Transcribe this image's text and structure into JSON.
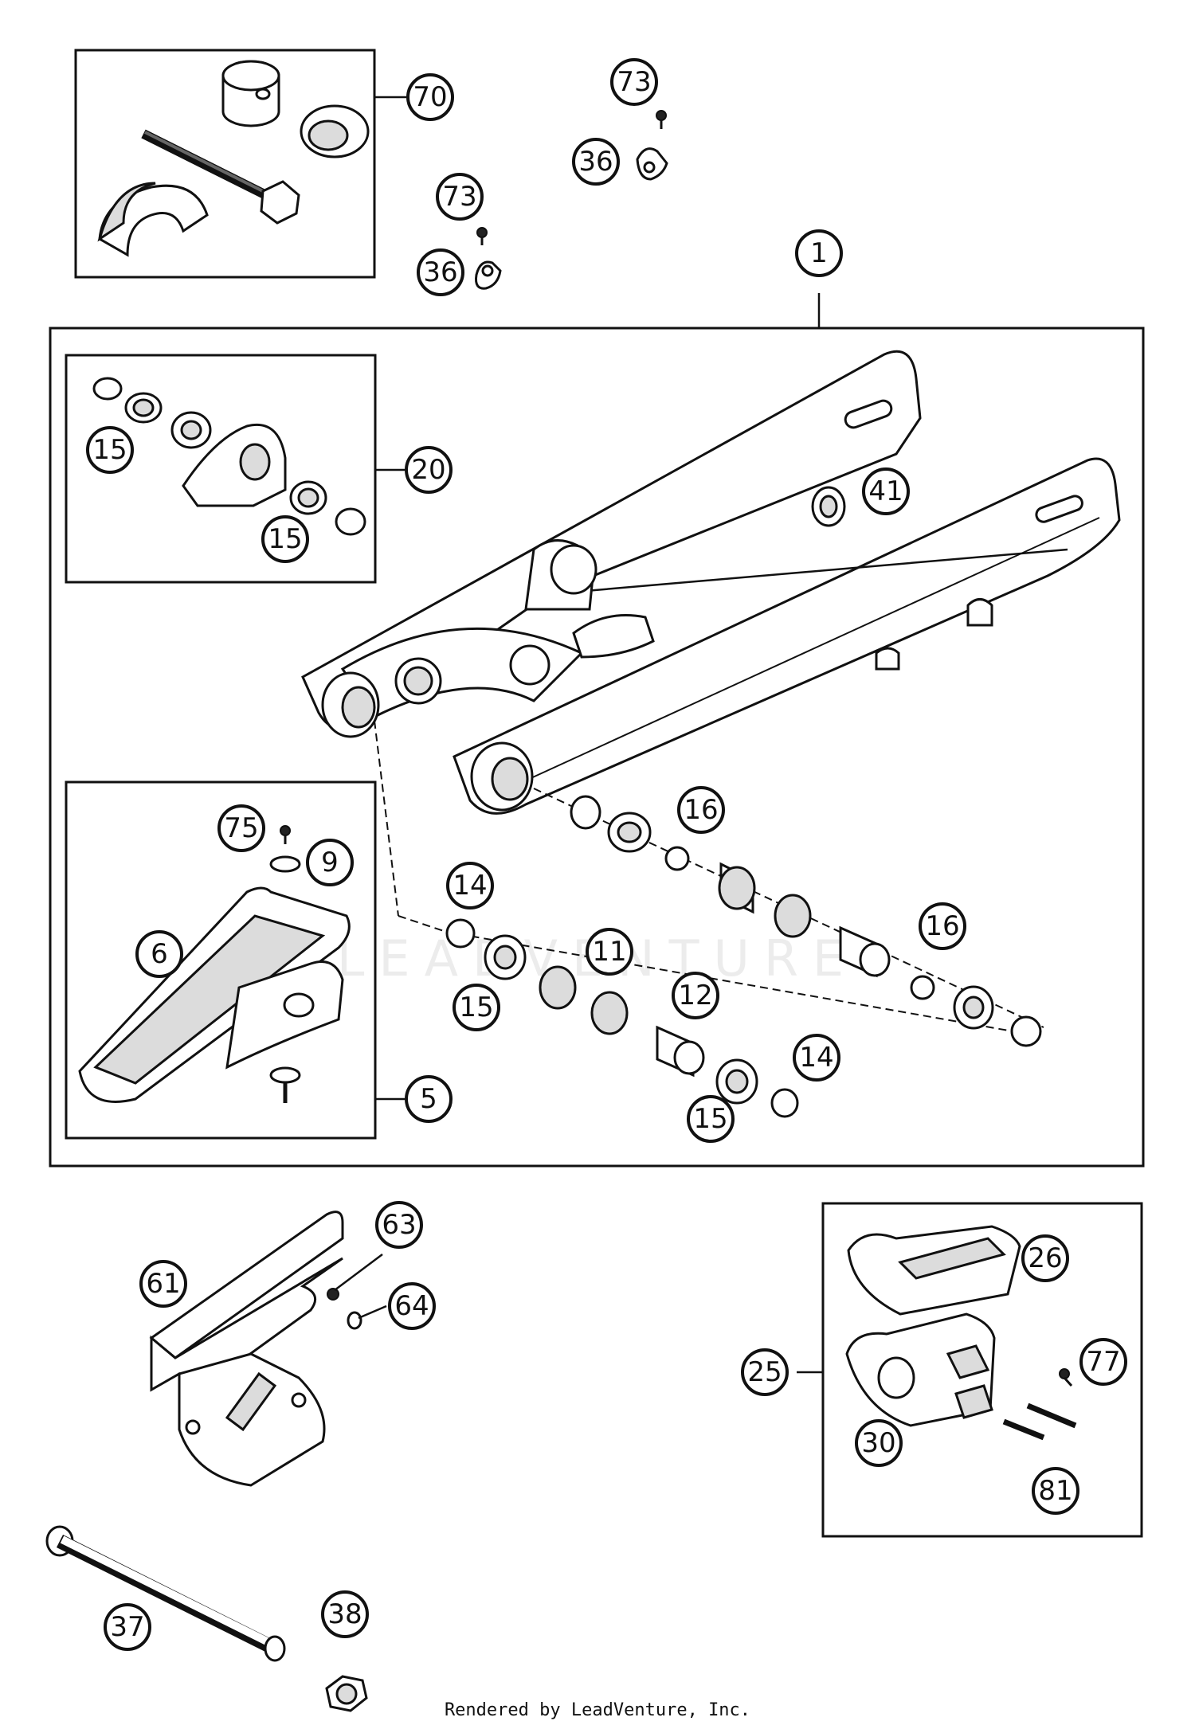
{
  "footer": {
    "rendered_by": "Rendered by LeadVenture, Inc."
  },
  "watermark": {
    "text": "LEADVENTURE"
  },
  "callouts": [
    {
      "id": "70",
      "label": "70"
    },
    {
      "id": "73a",
      "label": "73"
    },
    {
      "id": "36a",
      "label": "36"
    },
    {
      "id": "73b",
      "label": "73"
    },
    {
      "id": "36b",
      "label": "36"
    },
    {
      "id": "1",
      "label": "1"
    },
    {
      "id": "20",
      "label": "20"
    },
    {
      "id": "15a",
      "label": "15"
    },
    {
      "id": "15b",
      "label": "15"
    },
    {
      "id": "41",
      "label": "41"
    },
    {
      "id": "75",
      "label": "75"
    },
    {
      "id": "9",
      "label": "9"
    },
    {
      "id": "6",
      "label": "6"
    },
    {
      "id": "5",
      "label": "5"
    },
    {
      "id": "16a",
      "label": "16"
    },
    {
      "id": "16b",
      "label": "16"
    },
    {
      "id": "14a",
      "label": "14"
    },
    {
      "id": "11",
      "label": "11"
    },
    {
      "id": "15c",
      "label": "15"
    },
    {
      "id": "12",
      "label": "12"
    },
    {
      "id": "14b",
      "label": "14"
    },
    {
      "id": "15d",
      "label": "15"
    },
    {
      "id": "63",
      "label": "63"
    },
    {
      "id": "64",
      "label": "64"
    },
    {
      "id": "61",
      "label": "61"
    },
    {
      "id": "26",
      "label": "26"
    },
    {
      "id": "25",
      "label": "25"
    },
    {
      "id": "77",
      "label": "77"
    },
    {
      "id": "30",
      "label": "30"
    },
    {
      "id": "81",
      "label": "81"
    },
    {
      "id": "37",
      "label": "37"
    },
    {
      "id": "38",
      "label": "38"
    }
  ]
}
